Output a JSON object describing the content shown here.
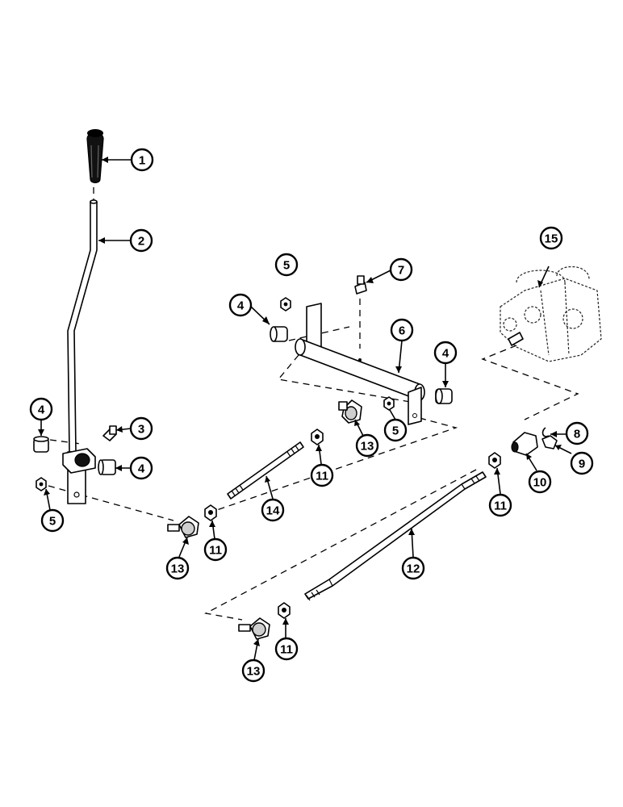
{
  "callouts": [
    {
      "label": "1"
    },
    {
      "label": "2"
    },
    {
      "label": "3"
    },
    {
      "label": "4"
    },
    {
      "label": "4"
    },
    {
      "label": "5"
    },
    {
      "label": "5"
    },
    {
      "label": "4"
    },
    {
      "label": "6"
    },
    {
      "label": "7"
    },
    {
      "label": "4"
    },
    {
      "label": "5"
    },
    {
      "label": "13"
    },
    {
      "label": "11"
    },
    {
      "label": "14"
    },
    {
      "label": "11"
    },
    {
      "label": "13"
    },
    {
      "label": "15"
    },
    {
      "label": "8"
    },
    {
      "label": "9"
    },
    {
      "label": "10"
    },
    {
      "label": "11"
    },
    {
      "label": "12"
    },
    {
      "label": "11"
    },
    {
      "label": "13"
    }
  ]
}
